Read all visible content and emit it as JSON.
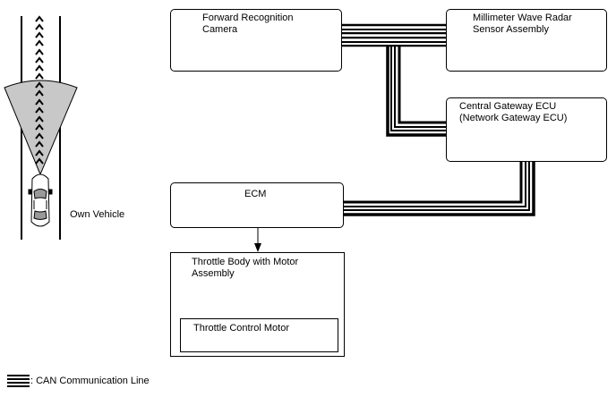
{
  "components": {
    "camera": "Forward Recognition\nCamera",
    "radar": "Millimeter Wave Radar\nSensor Assembly",
    "gateway": "Central Gateway ECU\n(Network Gateway ECU)",
    "ecm": "ECM",
    "throttle_body": "Throttle Body with Motor\nAssembly",
    "throttle_motor": "Throttle Control Motor"
  },
  "vehicle_label": "Own Vehicle",
  "legend": {
    "can_line": ": CAN Communication Line"
  }
}
